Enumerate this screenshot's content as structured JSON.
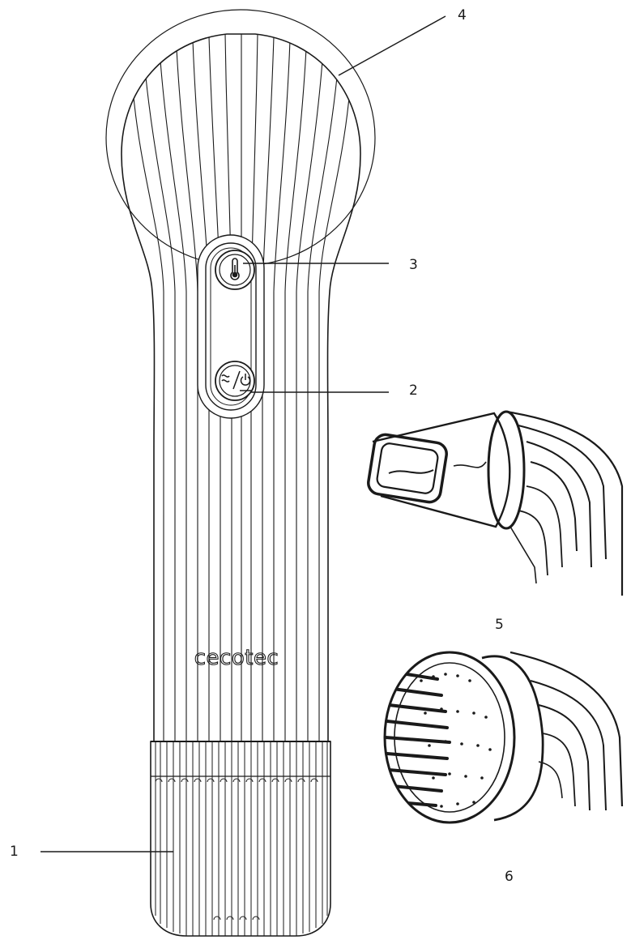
{
  "brand": "cecotec",
  "callouts": {
    "c1": "1",
    "c2": "2",
    "c3": "3",
    "c4": "4",
    "c5": "5",
    "c6": "6"
  },
  "icons": {
    "temperature_button": "thermometer-icon",
    "fan_power_button": "fan-power-icon"
  },
  "colors": {
    "line": "#1a1a1a",
    "background": "#ffffff"
  }
}
